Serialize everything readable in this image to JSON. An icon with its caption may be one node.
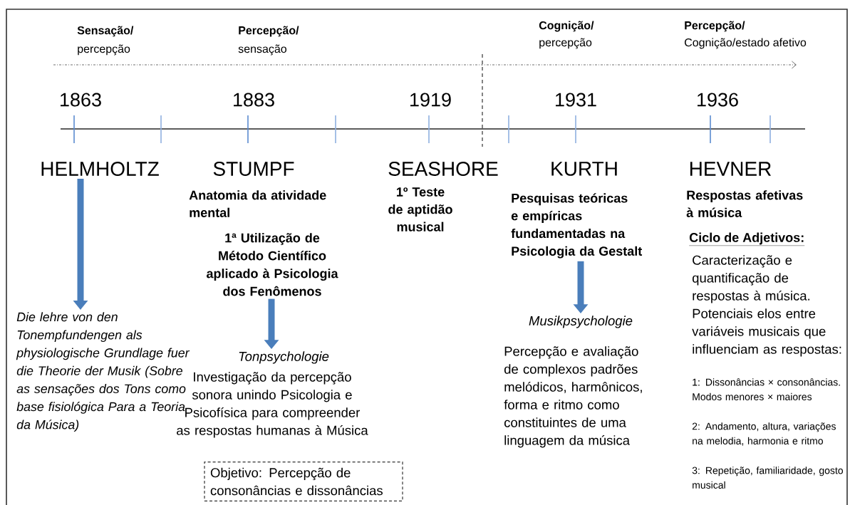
{
  "diagram": {
    "nodes": [
      {
        "text": [
          "HELMHOLTZ"
        ]
      },
      {
        "text": [
          "Die lehre von den Tonempfundengen als physiologische Grundlage fuer die Theorie der Musik (Sobre as sensações dos Tons como base fisiológica Para a Teoria da Música)"
        ]
      },
      {
        "text": [
          "1ª  Utilização de Método Científico aplicado à Psicologia dos Fenômenos"
        ]
      },
      {
        "text": [
          "Tonpsychologie"
        ]
      },
      {
        "text": [
          "Pesquisas teóricas e empíricas fundamentadas na Psicologia da Gestalt"
        ]
      },
      {
        "text": [
          "Musikpsychologie"
        ]
      },
      {
        "text": [
          "Objetivo: Percepção de consonâncias e dissonâncias"
        ]
      }
    ],
    "edges": [
      {
        "from": 0,
        "to": 1,
        "arrow": "to"
      },
      {
        "from": 2,
        "to": 3,
        "arrow": "to"
      },
      {
        "from": 4,
        "to": 5,
        "arrow": "to"
      }
    ],
    "labels": [
      "Sensação/",
      "percepção",
      "Percepção/",
      "sensação",
      "Cognição/",
      "percepção",
      "Percepção/",
      "Cognição/estado afetivo",
      "1863",
      "1883",
      "1919",
      "1931",
      "1936",
      "STUMPF",
      "SEASHORE",
      "KURTH",
      "HEVNER",
      "Anatomia da atividade mental",
      "1º Teste de aptidão musical",
      "Respostas afetivas à música",
      "Ciclo de Adjetivos:",
      "Caracterização e quantificação de respostas à música. Potenciais elos entre variáveis musicais que influenciam as respostas:",
      "1: Dissonâncias × consonâncias. Modos menores × maiores",
      "2: Andamento, altura, variações na melodia, harmonia e ritmo",
      "3: Repetição, familiaridade, gosto musical",
      "Investigação da percepção sonora unindo Psicologia e Psicofísica para compreender as respostas humanas à Música",
      "Percepção e avaliação de complexos padrões melódicos, harmônicos, forma e ritmo como constituintes de uma linguagem da música"
    ]
  }
}
